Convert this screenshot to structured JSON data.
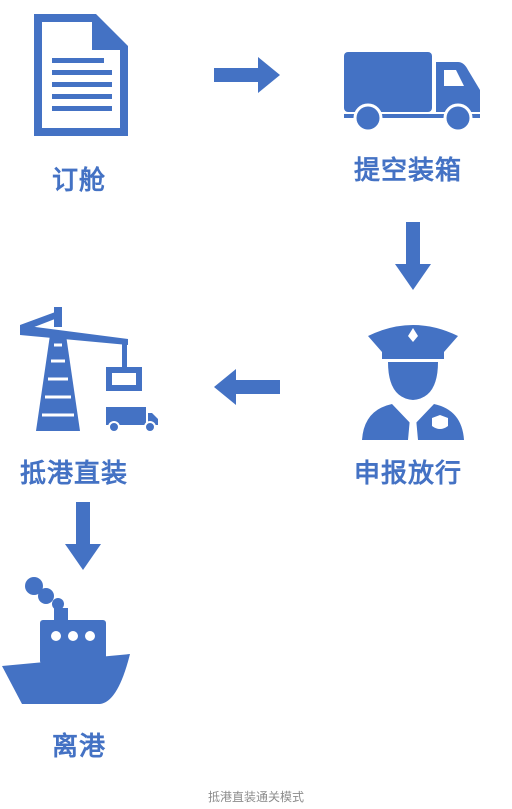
{
  "steps": [
    {
      "label": "订舱",
      "icon": "document-icon"
    },
    {
      "label": "提空装箱",
      "icon": "truck-icon"
    },
    {
      "label": "申报放行",
      "icon": "customs-officer-icon"
    },
    {
      "label": "抵港直装",
      "icon": "port-crane-icon"
    },
    {
      "label": "离港",
      "icon": "ship-icon"
    }
  ],
  "caption": "抵港直装通关模式",
  "colors": {
    "accent": "#4472c4",
    "caption": "#8c8c8c"
  }
}
